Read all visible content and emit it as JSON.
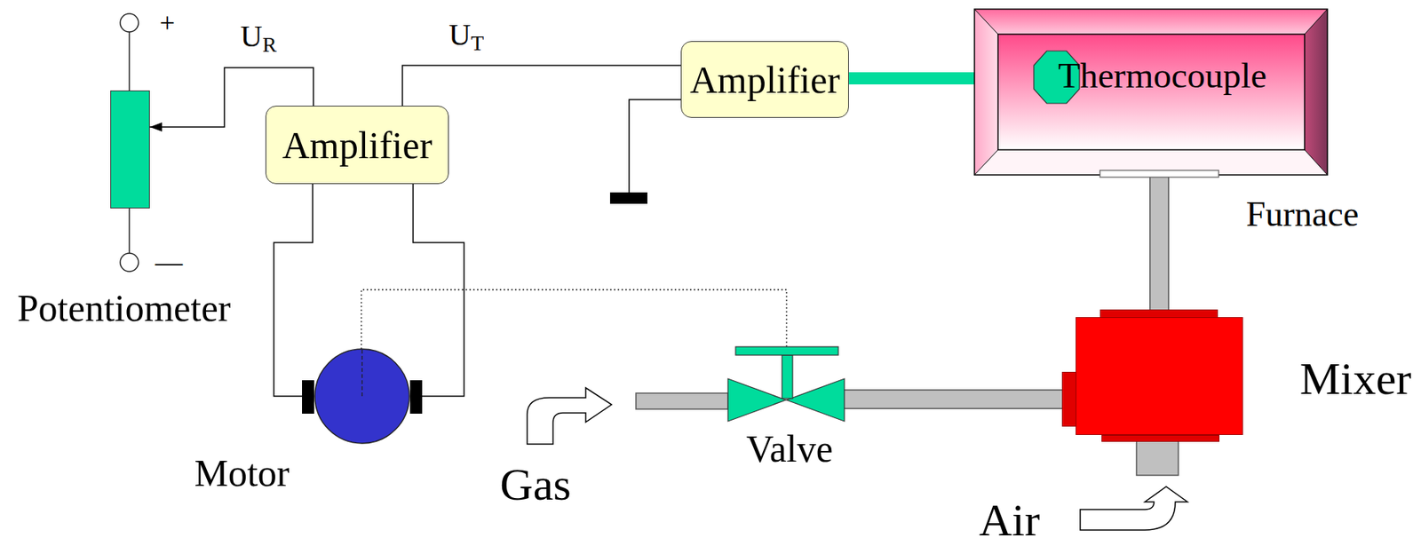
{
  "diagram": {
    "nodes": [
      {
        "text": [
          "Potentiometer"
        ]
      },
      {
        "text": [
          "Amplifier"
        ]
      },
      {
        "text": [
          "Amplifier"
        ]
      },
      {
        "text": [
          "Furnace"
        ]
      },
      {
        "text": [
          "Thermocouple"
        ],
        "in": 3
      },
      {
        "text": [
          "Motor"
        ]
      },
      {
        "text": [
          "Valve"
        ]
      },
      {
        "text": [
          "Mixer"
        ]
      }
    ],
    "edges": [
      {
        "from": 1,
        "to": 0,
        "arrow": "to"
      },
      {
        "from": 1,
        "to": 2,
        "arrow": "none"
      },
      {
        "from": 2,
        "to": 4,
        "arrow": "none"
      },
      {
        "from": 1,
        "to": 5,
        "arrow": "none"
      },
      {
        "from": 1,
        "to": 5,
        "arrow": "none"
      },
      {
        "from": 5,
        "to": 6,
        "arrow": "none"
      },
      {
        "from": 6,
        "to": 7,
        "arrow": "none"
      },
      {
        "from": 7,
        "to": 3,
        "arrow": "none"
      }
    ],
    "labels": [
      "+",
      "—",
      "UR",
      "UT",
      "Gas",
      "Air"
    ]
  }
}
